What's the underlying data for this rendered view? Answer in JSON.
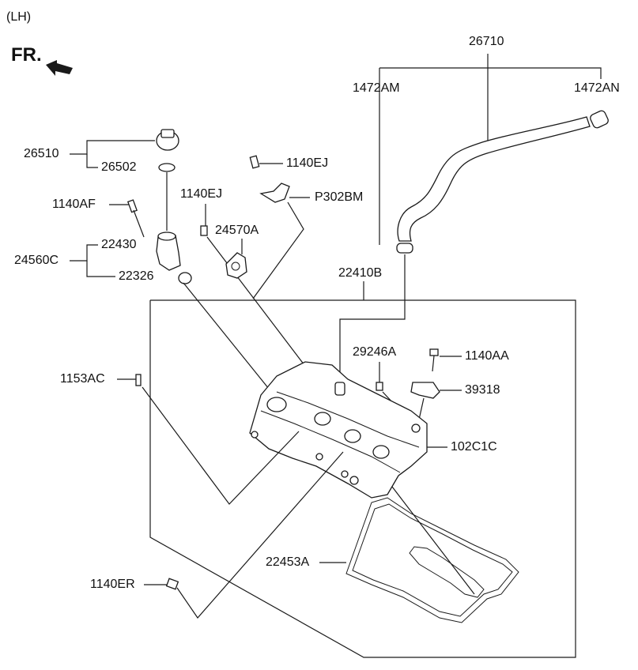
{
  "diagram": {
    "variant_label": "(LH)",
    "direction_label": "FR.",
    "parts": {
      "p26710": "26710",
      "p1472AM": "1472AM",
      "p1472AN": "1472AN",
      "p26510": "26510",
      "p26502": "26502",
      "p1140EJ_a": "1140EJ",
      "p1140EJ_b": "1140EJ",
      "pP302BM": "P302BM",
      "p1140AF": "1140AF",
      "p24570A": "24570A",
      "p22430": "22430",
      "p24560C": "24560C",
      "p22326": "22326",
      "p22410B": "22410B",
      "p29246A": "29246A",
      "p1140AA": "1140AA",
      "p1153AC": "1153AC",
      "p39318": "39318",
      "p102C1C": "102C1C",
      "p22453A": "22453A",
      "p1140ER": "1140ER"
    }
  }
}
